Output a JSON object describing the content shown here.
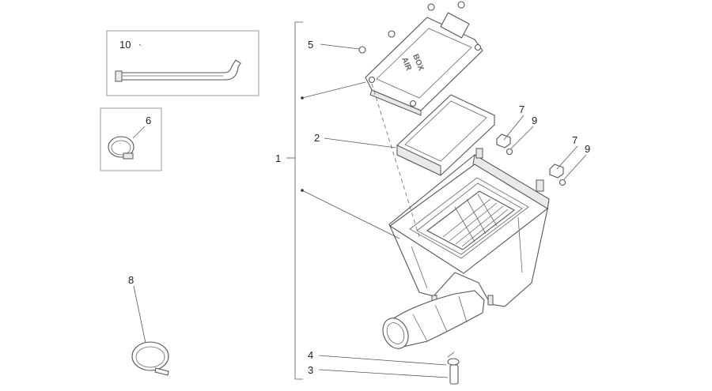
{
  "callouts": {
    "n1": "1",
    "n2": "2",
    "n3": "3",
    "n4": "4",
    "n5": "5",
    "n6": "6",
    "n7a": "7",
    "n7b": "7",
    "n8": "8",
    "n9a": "9",
    "n9b": "9",
    "n10": "10"
  },
  "lid_embossing": [
    "AIR",
    "BOX"
  ]
}
